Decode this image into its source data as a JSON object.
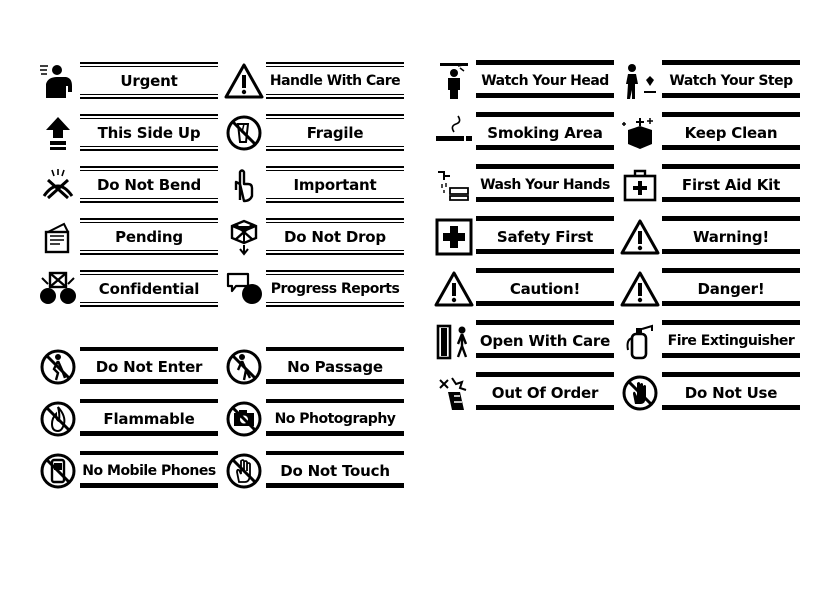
{
  "groups": {
    "general": [
      {
        "label": "Urgent",
        "icon": "running-person-icon"
      },
      {
        "label": "Handle With Care",
        "icon": "warning-triangle-icon"
      },
      {
        "label": "This Side Up",
        "icon": "up-arrow-icon"
      },
      {
        "label": "Fragile",
        "icon": "broken-glass-prohibited-icon"
      },
      {
        "label": "Do Not Bend",
        "icon": "bend-prohibited-icon"
      },
      {
        "label": "Important",
        "icon": "raised-finger-icon"
      },
      {
        "label": "Pending",
        "icon": "document-tray-icon"
      },
      {
        "label": "Do Not Drop",
        "icon": "falling-box-icon"
      },
      {
        "label": "Confidential",
        "icon": "whispering-people-icon"
      },
      {
        "label": "Progress Reports",
        "icon": "speech-bubble-person-icon"
      }
    ],
    "prohibition": [
      {
        "label": "Do Not Enter",
        "icon": "no-entry-person-icon"
      },
      {
        "label": "No Passage",
        "icon": "no-passage-person-icon"
      },
      {
        "label": "Flammable",
        "icon": "no-flame-icon"
      },
      {
        "label": "No Photography",
        "icon": "no-camera-icon"
      },
      {
        "label": "No Mobile Phones",
        "icon": "no-phone-icon"
      },
      {
        "label": "Do Not Touch",
        "icon": "no-touch-hand-icon"
      }
    ],
    "safety": [
      {
        "label": "Watch Your Head",
        "icon": "head-bump-icon"
      },
      {
        "label": "Watch Your Step",
        "icon": "step-hazard-icon"
      },
      {
        "label": "Smoking Area",
        "icon": "cigarette-icon"
      },
      {
        "label": "Keep Clean",
        "icon": "sparkling-bin-icon"
      },
      {
        "label": "Wash Your Hands",
        "icon": "hand-washing-icon"
      },
      {
        "label": "First Aid Kit",
        "icon": "first-aid-kit-icon"
      },
      {
        "label": "Safety First",
        "icon": "medical-cross-icon"
      },
      {
        "label": "Warning!",
        "icon": "warning-triangle-icon"
      },
      {
        "label": "Caution!",
        "icon": "warning-triangle-icon"
      },
      {
        "label": "Danger!",
        "icon": "warning-triangle-icon"
      },
      {
        "label": "Open With Care",
        "icon": "door-person-icon"
      },
      {
        "label": "Fire Extinguisher",
        "icon": "fire-extinguisher-icon"
      },
      {
        "label": "Out Of Order",
        "icon": "broken-machine-icon"
      },
      {
        "label": "Do Not Use",
        "icon": "no-hand-icon"
      }
    ]
  }
}
